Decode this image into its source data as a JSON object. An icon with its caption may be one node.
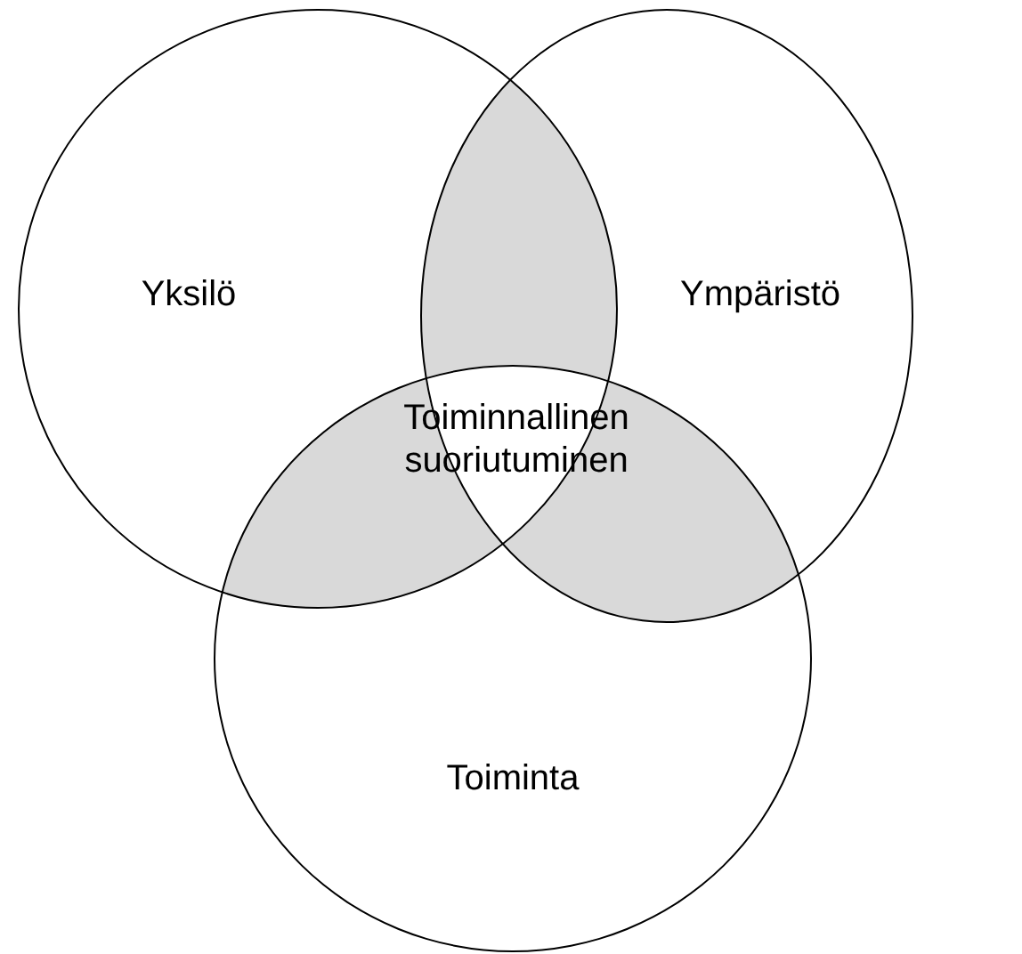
{
  "diagram": {
    "nodes": [
      {
        "text": [
          "Yksilö"
        ]
      },
      {
        "text": [
          "Ympäristö"
        ]
      },
      {
        "text": [
          "Toiminta"
        ]
      }
    ],
    "labels": [
      "Toiminnallinen suoriutuminen"
    ]
  }
}
